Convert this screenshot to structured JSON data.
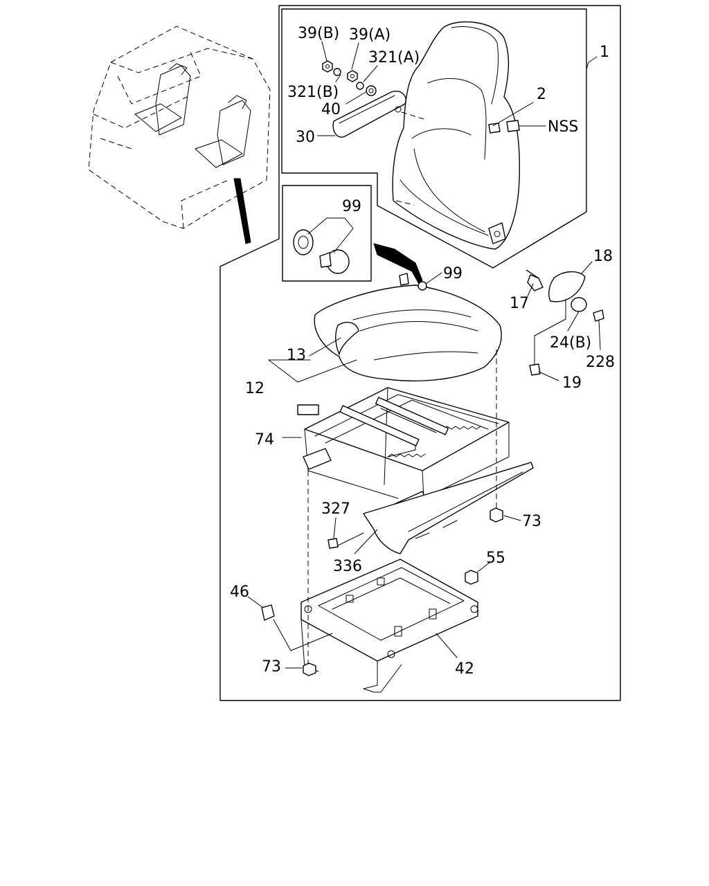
{
  "callouts": {
    "p39b": "39(B)",
    "p39a": "39(A)",
    "p321a": "321(A)",
    "p321b": "321(B)",
    "p40": "40",
    "p30": "30",
    "p2": "2",
    "nss": "NSS",
    "p1": "1",
    "p99_inset": "99",
    "p99": "99",
    "p18": "18",
    "p17": "17",
    "p24b": "24(B)",
    "p228": "228",
    "p19": "19",
    "p13": "13",
    "p12": "12",
    "p74": "74",
    "p327": "327",
    "p336": "336",
    "p73_right": "73",
    "p55": "55",
    "p46": "46",
    "p73_left": "73",
    "p42": "42"
  }
}
